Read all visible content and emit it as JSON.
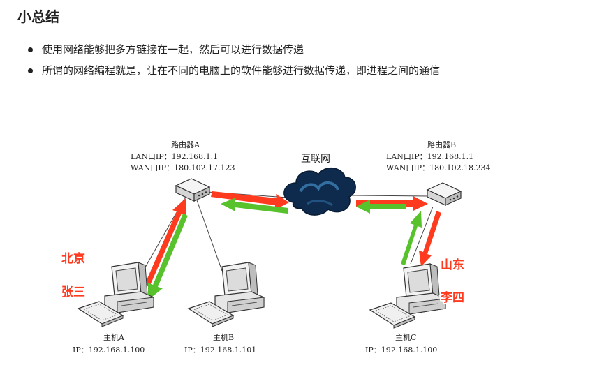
{
  "title": "小总结",
  "bullets": [
    "使用网络能够把多方链接在一起，然后可以进行数据传递",
    "所谓的网络编程就是，让在不同的电脑上的软件能够进行数据传递，即进程之间的通信"
  ],
  "diagram": {
    "internet_label": "互联网",
    "router_a": {
      "name": "路由器A",
      "lan": "LAN口IP：192.168.1.1",
      "wan": "WAN口IP：180.102.17.123"
    },
    "router_b": {
      "name": "路由器B",
      "lan": "LAN口IP：192.168.1.1",
      "wan": "WAN口IP：180.102.18.234"
    },
    "host_a": {
      "name": "主机A",
      "ip": "IP：192.168.1.100"
    },
    "host_b": {
      "name": "主机B",
      "ip": "IP：192.168.1.101"
    },
    "host_c": {
      "name": "主机C",
      "ip": "IP：192.168.1.100"
    },
    "labels": {
      "beijing": "北京",
      "zhangsan": "张三",
      "shandong": "山东",
      "lisi": "李四"
    },
    "colors": {
      "arrow_red": "#ff3b1f",
      "arrow_green": "#57c22c",
      "cloud": "#0e2a4d"
    }
  }
}
